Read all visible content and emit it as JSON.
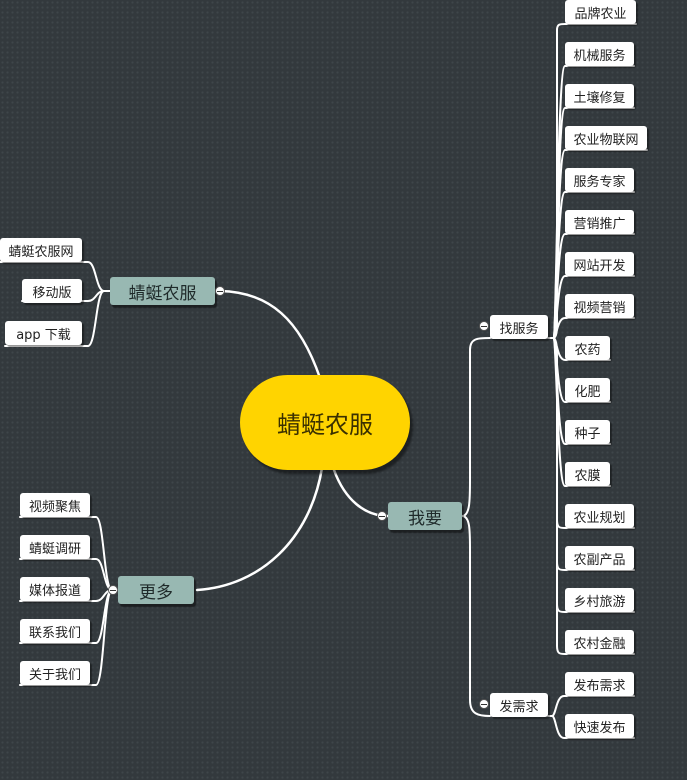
{
  "root": {
    "label": "蜻蜓农服"
  },
  "branches": {
    "brand": {
      "label": "蜻蜓农服",
      "children": [
        "蜻蜓农服网",
        "移动版",
        "app 下载"
      ]
    },
    "more": {
      "label": "更多",
      "children": [
        "视频聚焦",
        "蜻蜓调研",
        "媒体报道",
        "联系我们",
        "关于我们"
      ]
    },
    "want": {
      "label": "我要",
      "find_service": {
        "label": "找服务",
        "children": [
          "品牌农业",
          "机械服务",
          "土壤修复",
          "农业物联网",
          "服务专家",
          "营销推广",
          "网站开发",
          "视频营销",
          "农药",
          "化肥",
          "种子",
          "农膜",
          "农业规划",
          "农副产品",
          "乡村旅游",
          "农村金融"
        ]
      },
      "post_demand": {
        "label": "发需求",
        "children": [
          "发布需求",
          "快速发布"
        ]
      }
    }
  },
  "colors": {
    "background": "#33393d",
    "root_fill": "#ffd400",
    "branch_fill": "#98b8b2",
    "leaf_fill": "#ffffff",
    "line": "#ffffff"
  }
}
